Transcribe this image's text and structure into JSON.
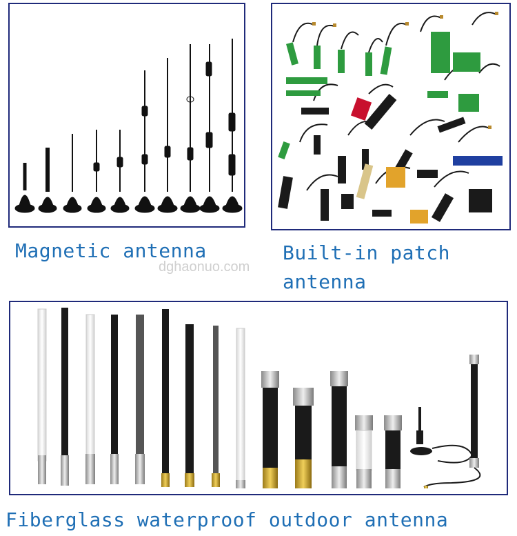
{
  "captions": {
    "magnetic": "Magnetic antenna",
    "patch": "Built-in patch antenna",
    "fiberglass": "Fiberglass waterproof outdoor antenna"
  },
  "watermark": "dghaonuo.com",
  "colors": {
    "caption": "#1f6fb5",
    "frame": "#1f2a7a",
    "pcb_green": "#2e9b3f",
    "fiber_black": "#1a1a1a",
    "brass": "#c9a227"
  }
}
